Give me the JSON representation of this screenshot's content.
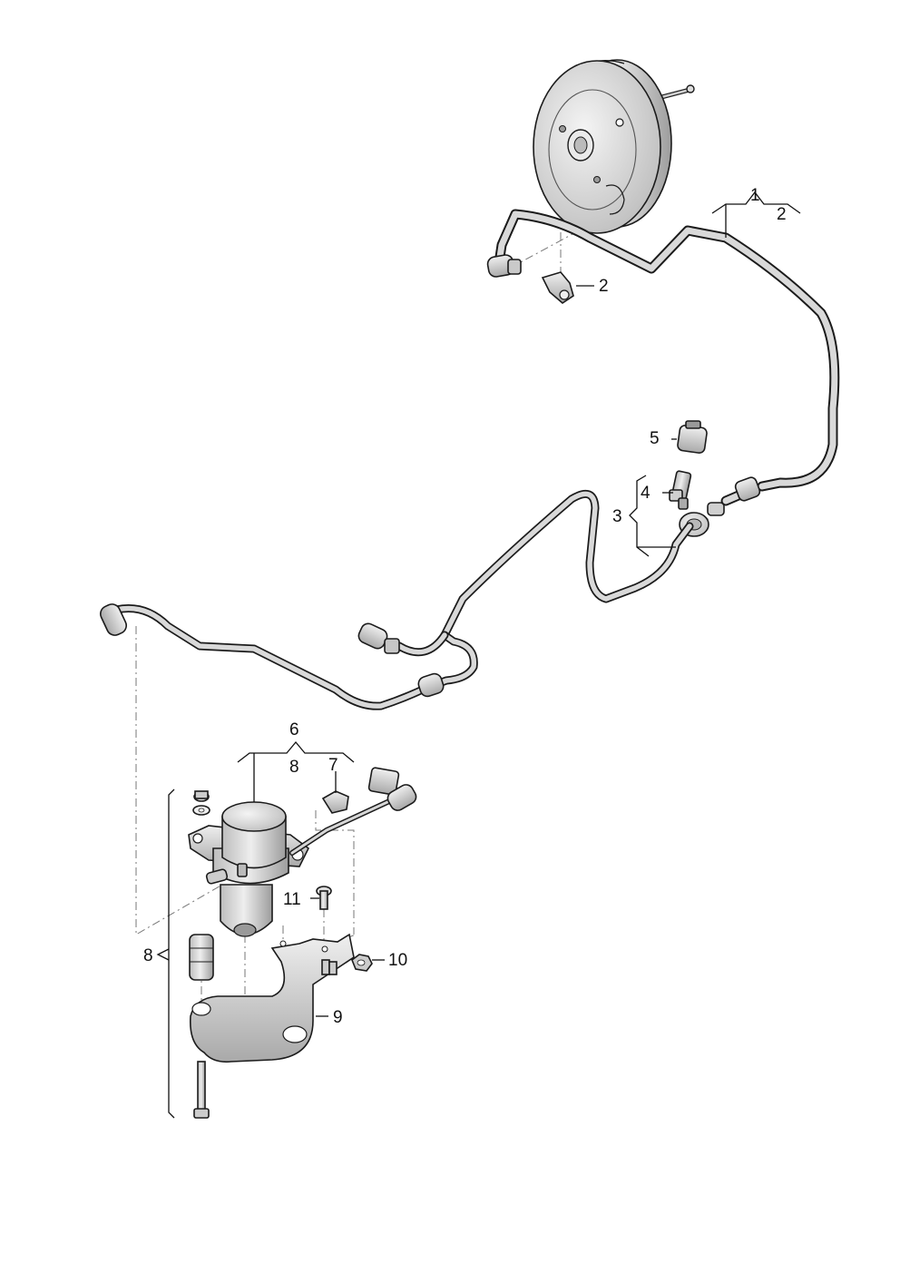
{
  "callouts": {
    "c1": "1",
    "c2_top": "2",
    "c2_clip": "2",
    "c3": "3",
    "c4": "4",
    "c5": "5",
    "c6": "6",
    "c6_sub": "8",
    "c7": "7",
    "c8": "8",
    "c9": "9",
    "c10": "10",
    "c11": "11"
  },
  "colors": {
    "line": "#1b1b1b",
    "part_fill": "#d9d9d9",
    "part_shadow": "#a8a8a8"
  }
}
